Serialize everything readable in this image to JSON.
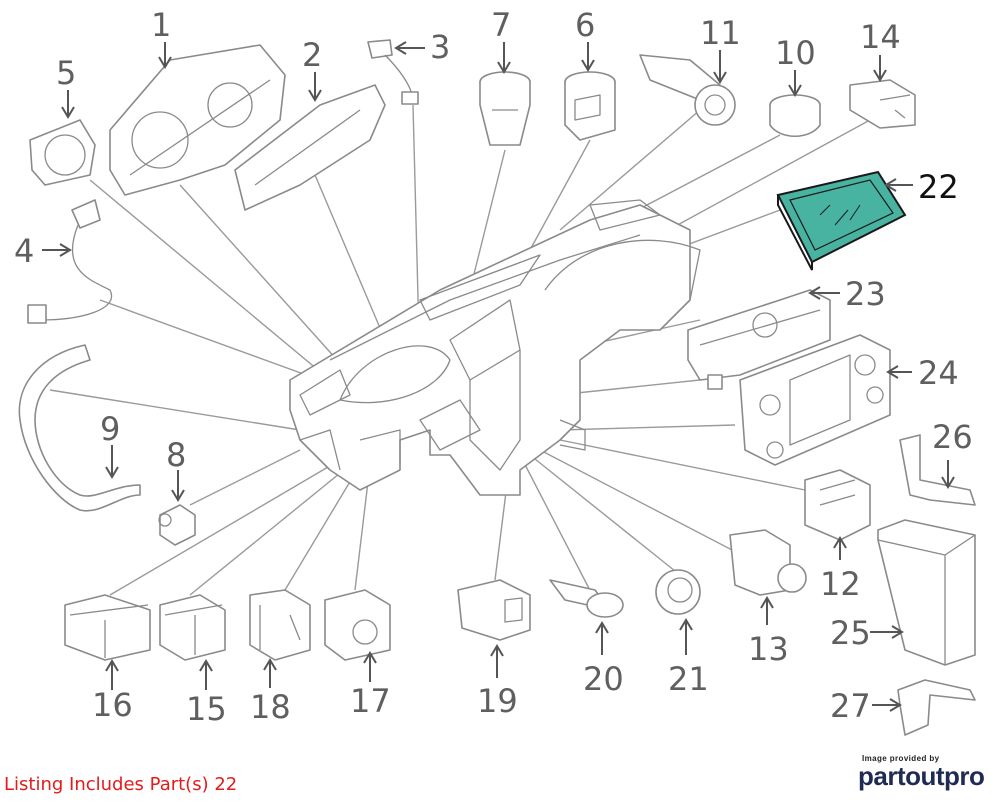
{
  "diagram": {
    "callouts": [
      {
        "id": "c1",
        "label": "1"
      },
      {
        "id": "c2",
        "label": "2"
      },
      {
        "id": "c3",
        "label": "3"
      },
      {
        "id": "c4",
        "label": "4"
      },
      {
        "id": "c5",
        "label": "5"
      },
      {
        "id": "c6",
        "label": "6"
      },
      {
        "id": "c7",
        "label": "7"
      },
      {
        "id": "c8",
        "label": "8"
      },
      {
        "id": "c9",
        "label": "9"
      },
      {
        "id": "c10",
        "label": "10"
      },
      {
        "id": "c11",
        "label": "11"
      },
      {
        "id": "c12",
        "label": "12"
      },
      {
        "id": "c13",
        "label": "13"
      },
      {
        "id": "c14",
        "label": "14"
      },
      {
        "id": "c15",
        "label": "15"
      },
      {
        "id": "c16",
        "label": "16"
      },
      {
        "id": "c17",
        "label": "17"
      },
      {
        "id": "c18",
        "label": "18"
      },
      {
        "id": "c19",
        "label": "19"
      },
      {
        "id": "c20",
        "label": "20"
      },
      {
        "id": "c21",
        "label": "21"
      },
      {
        "id": "c22",
        "label": "22"
      },
      {
        "id": "c23",
        "label": "23"
      },
      {
        "id": "c24",
        "label": "24"
      },
      {
        "id": "c25",
        "label": "25"
      },
      {
        "id": "c26",
        "label": "26"
      },
      {
        "id": "c27",
        "label": "27"
      }
    ],
    "highlight_color": "#49b3a1"
  },
  "footer": {
    "listing_text": "Listing Includes Part(s) 22",
    "listing_color": "#e21b1b",
    "credit_small": "Image provided by",
    "credit_brand": "partoutpro"
  }
}
